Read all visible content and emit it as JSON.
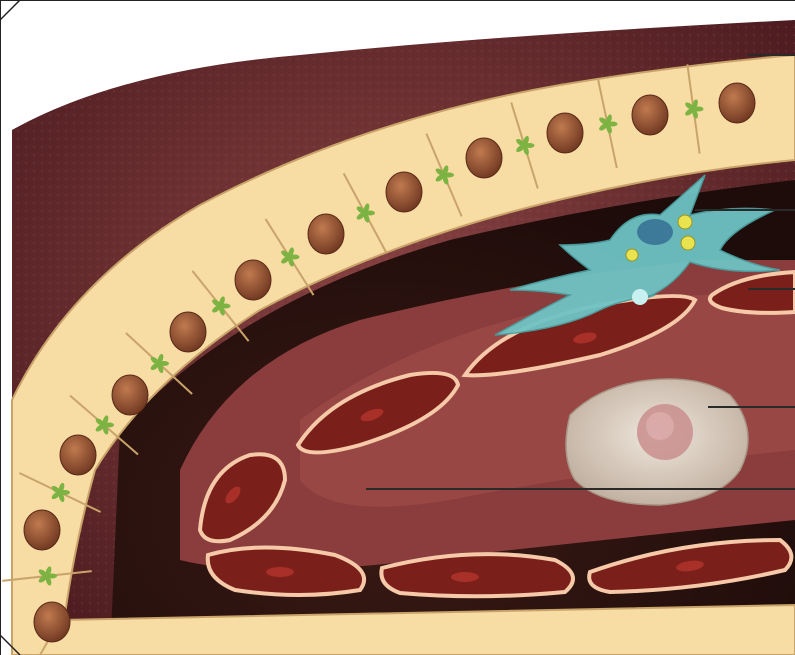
{
  "diagram": {
    "kind": "histology-illustration",
    "structures": [
      "epithelial-cells",
      "tight-junctions",
      "dendritic-cell",
      "smooth-muscle-cells",
      "mast-cell"
    ],
    "leader_lines": 5,
    "labels": [],
    "colors": {
      "tissue_dark": "#5a2226",
      "tissue_mid": "#7d3a3a",
      "cell_cream": "#f7dca3",
      "cell_border": "#c9a46a",
      "nucleus": "#8a4a2c",
      "junction_green": "#7cb342",
      "dendritic_cyan": "#6fc3c4",
      "muscle_red": "#7a1f1a",
      "muscle_outline": "#f6c9a8",
      "mast_beige": "#d8cbbf",
      "leader": "#2a2a2a"
    }
  }
}
